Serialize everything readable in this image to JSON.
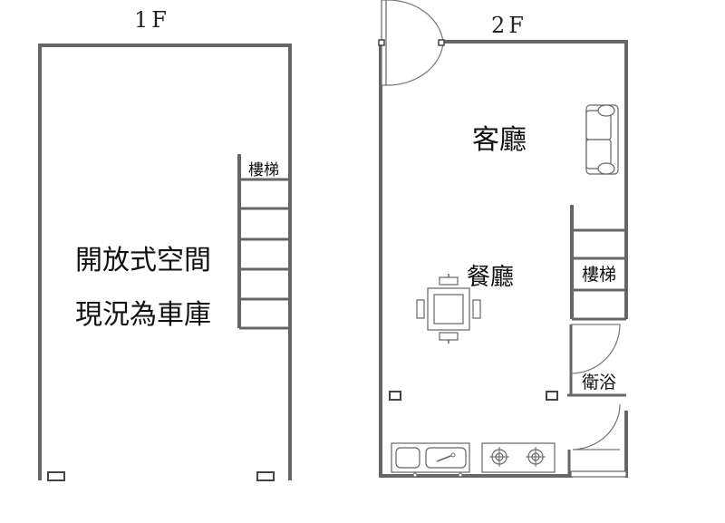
{
  "floor1": {
    "title": "1F",
    "stairs": "樓梯",
    "room_line1": "開放式空間",
    "room_line2": "現況為車庫"
  },
  "floor2": {
    "title": "2F",
    "living": "客廳",
    "dining": "餐廳",
    "stairs": "樓梯",
    "bath": "衛浴"
  },
  "colors": {
    "wall": "#666666",
    "text": "#111111"
  }
}
